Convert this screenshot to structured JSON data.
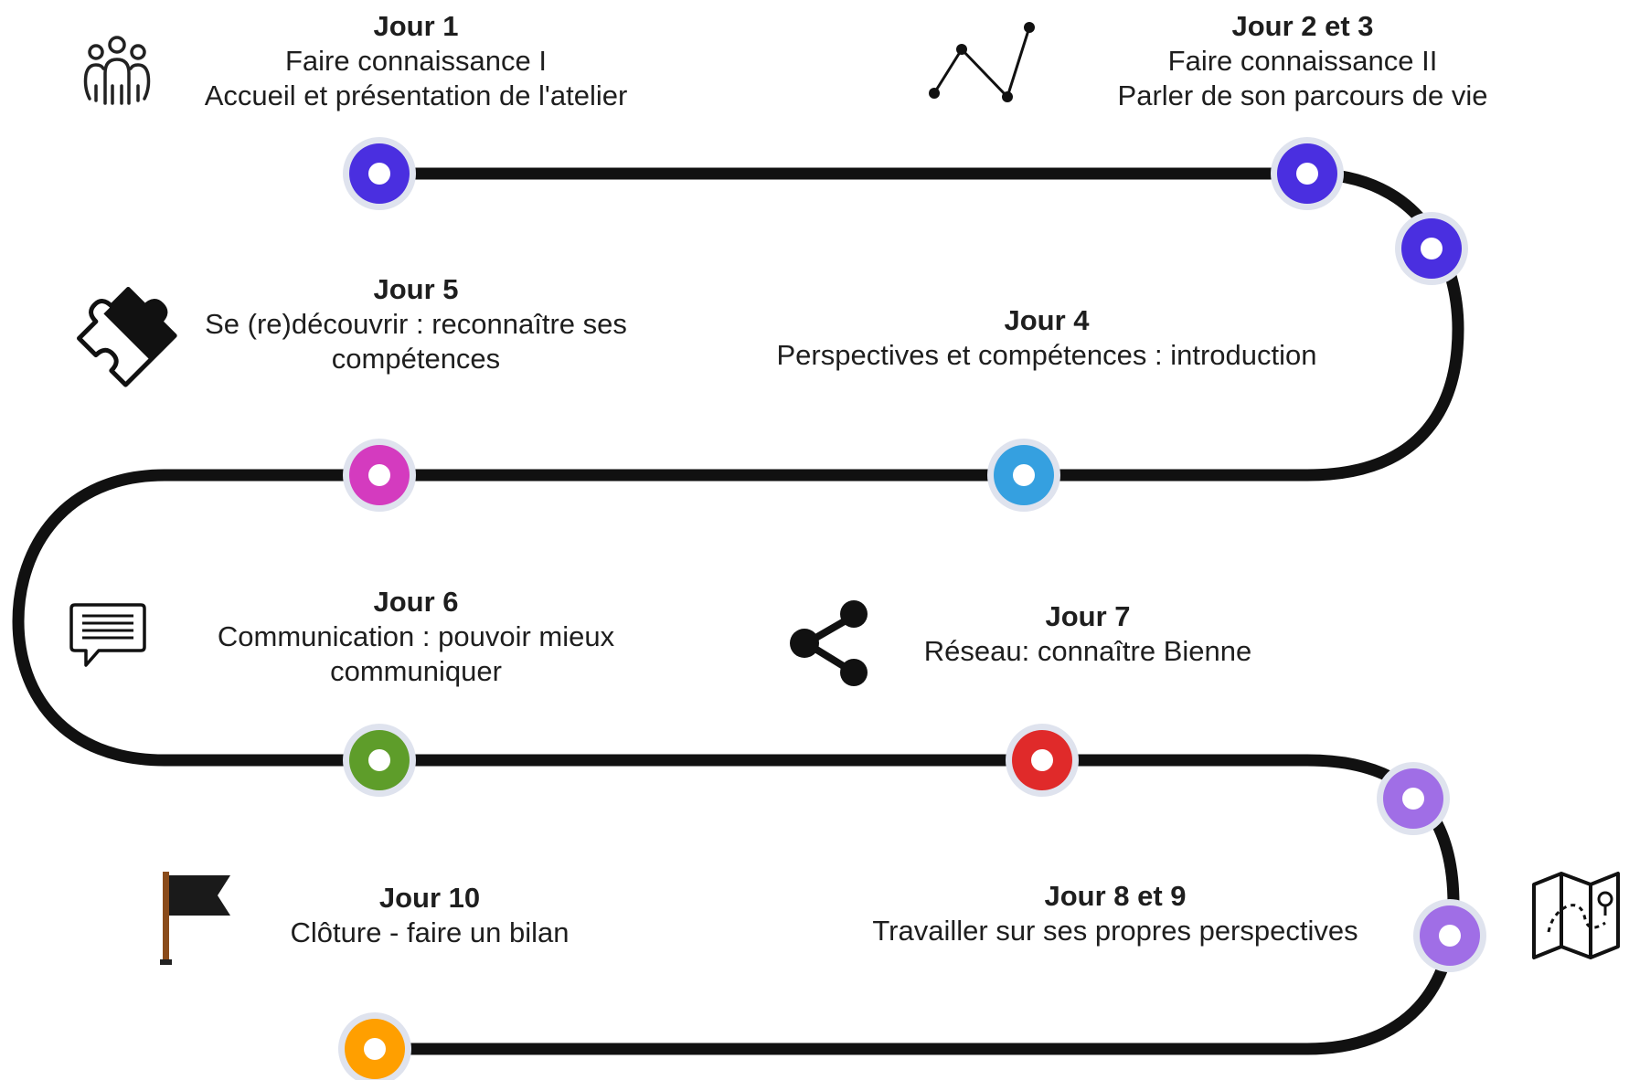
{
  "colors": {
    "track": "#111111",
    "halo": "#dfe3ee",
    "center": "#ffffff"
  },
  "milestones": [
    {
      "id": "b1",
      "title": "Jour 1",
      "lines": [
        "Faire connaissance I",
        "Accueil et présentation de l'atelier"
      ],
      "icon": "people-group-icon"
    },
    {
      "id": "b23",
      "title": "Jour 2 et 3",
      "lines": [
        "Faire connaissance II",
        "Parler de son parcours de vie"
      ],
      "icon": "line-graph-icon"
    },
    {
      "id": "b4",
      "title": "Jour 4",
      "lines": [
        "Perspectives et compétences : introduction"
      ],
      "icon": ""
    },
    {
      "id": "b5",
      "title": "Jour 5",
      "lines": [
        "Se (re)découvrir : reconnaître ses",
        "compétences"
      ],
      "icon": "puzzle-piece-icon"
    },
    {
      "id": "b6",
      "title": "Jour 6",
      "lines": [
        "Communication : pouvoir mieux",
        "communiquer"
      ],
      "icon": "chat-message-icon"
    },
    {
      "id": "b7",
      "title": "Jour 7",
      "lines": [
        "Réseau: connaître Bienne"
      ],
      "icon": "share-icon"
    },
    {
      "id": "b89",
      "title": "Jour 8 et 9",
      "lines": [
        "Travailler sur ses propres perspectives"
      ],
      "icon": "map-icon"
    },
    {
      "id": "b10",
      "title": "Jour 10",
      "lines": [
        "Clôture - faire un bilan"
      ],
      "icon": "flag-icon"
    }
  ],
  "markers": [
    {
      "name": "jour-1",
      "color": "#4a2fe0"
    },
    {
      "name": "jour-2",
      "color": "#4a2fe0"
    },
    {
      "name": "jour-3",
      "color": "#4a2fe0"
    },
    {
      "name": "jour-4",
      "color": "#35a0e0"
    },
    {
      "name": "jour-5",
      "color": "#d43bbf"
    },
    {
      "name": "jour-6",
      "color": "#5e9d2a"
    },
    {
      "name": "jour-7",
      "color": "#e02a2a"
    },
    {
      "name": "jour-8",
      "color": "#a06ee6"
    },
    {
      "name": "jour-9",
      "color": "#a06ee6"
    },
    {
      "name": "jour-10",
      "color": "#ff9f00"
    }
  ]
}
